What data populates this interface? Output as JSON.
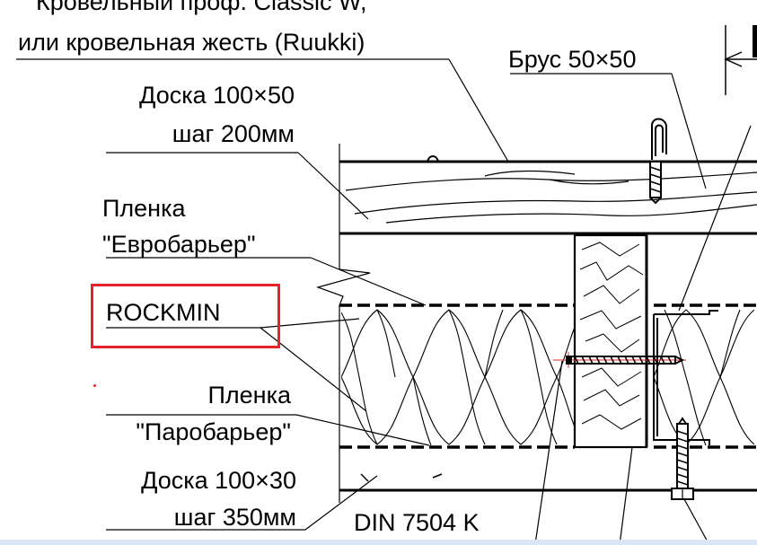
{
  "labels": {
    "roof_profile_line1": "Кровельный проф. Classic W,",
    "roof_profile_line2": "или кровельная жесть (Ruukki)",
    "beam": "Брус 50×50",
    "board1_line1": "Доска 100×50",
    "board1_line2": "шаг 200мм",
    "film_euro_line1": "Пленка",
    "film_euro_line2": "\"Евробарьер\"",
    "insulation": "ROCKMIN",
    "film_paro_line1": "Пленка",
    "film_paro_line2": "\"Паробарьер\"",
    "board2_line1": "Доска 100×30",
    "board2_line2": "шаг 350мм",
    "screw_standard": "DIN 7504 K"
  },
  "colors": {
    "line": "#000000",
    "highlight": "#e8232a",
    "screen_strip": "#dbe6f4"
  },
  "icons": {
    "screw": "self-tapping-screw-icon",
    "clip": "roof-clip-icon",
    "insulation_pattern": "insulation-hatch-icon"
  }
}
